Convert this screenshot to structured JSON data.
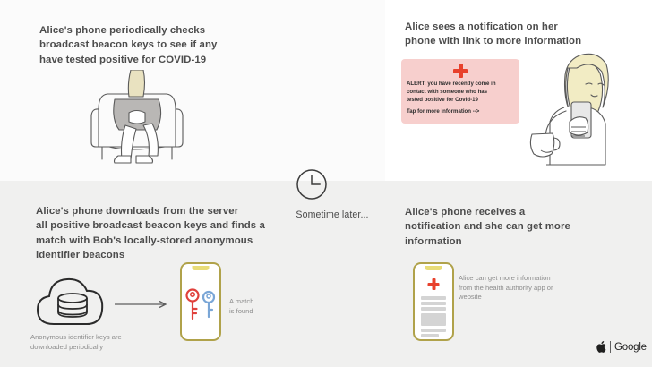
{
  "panels": {
    "top_left": {
      "heading": "Alice's phone periodically checks\nbroadcast beacon keys to see if any\nhave tested positive for COVID-19"
    },
    "top_right": {
      "heading": "Alice sees a notification on her\nphone with link to more information",
      "alert": {
        "body": "ALERT:  you have recently come in\ncontact with someone who has\ntested positive for Covid-19",
        "tap": "Tap for more information -->"
      }
    },
    "divider": {
      "label": "Sometime later..."
    },
    "bottom_left": {
      "heading": "Alice's phone downloads from the server\nall positive broadcast beacon keys and finds a\nmatch with Bob's locally-stored anonymous\nidentifier beacons",
      "cloud_caption": "Anonymous identifier keys are\ndownloaded periodically",
      "match_caption": "A match\nis found"
    },
    "bottom_right": {
      "heading": "Alice's phone receives a\nnotification and she can get more\ninformation",
      "health_caption": "Alice can get more information\nfrom the health authority app or\nwebsite"
    }
  },
  "footer": {
    "google_label": "Google"
  },
  "colors": {
    "alert_background": "#f7cfcd",
    "cross_red": "#e8412c",
    "phone_outline": "#b0a24a",
    "key_red": "#e0413c",
    "key_blue": "#7aa6d6",
    "band_bottom": "#f0f0ef",
    "heading_text": "#4c4c4c",
    "caption_text": "#8d8d8d"
  }
}
